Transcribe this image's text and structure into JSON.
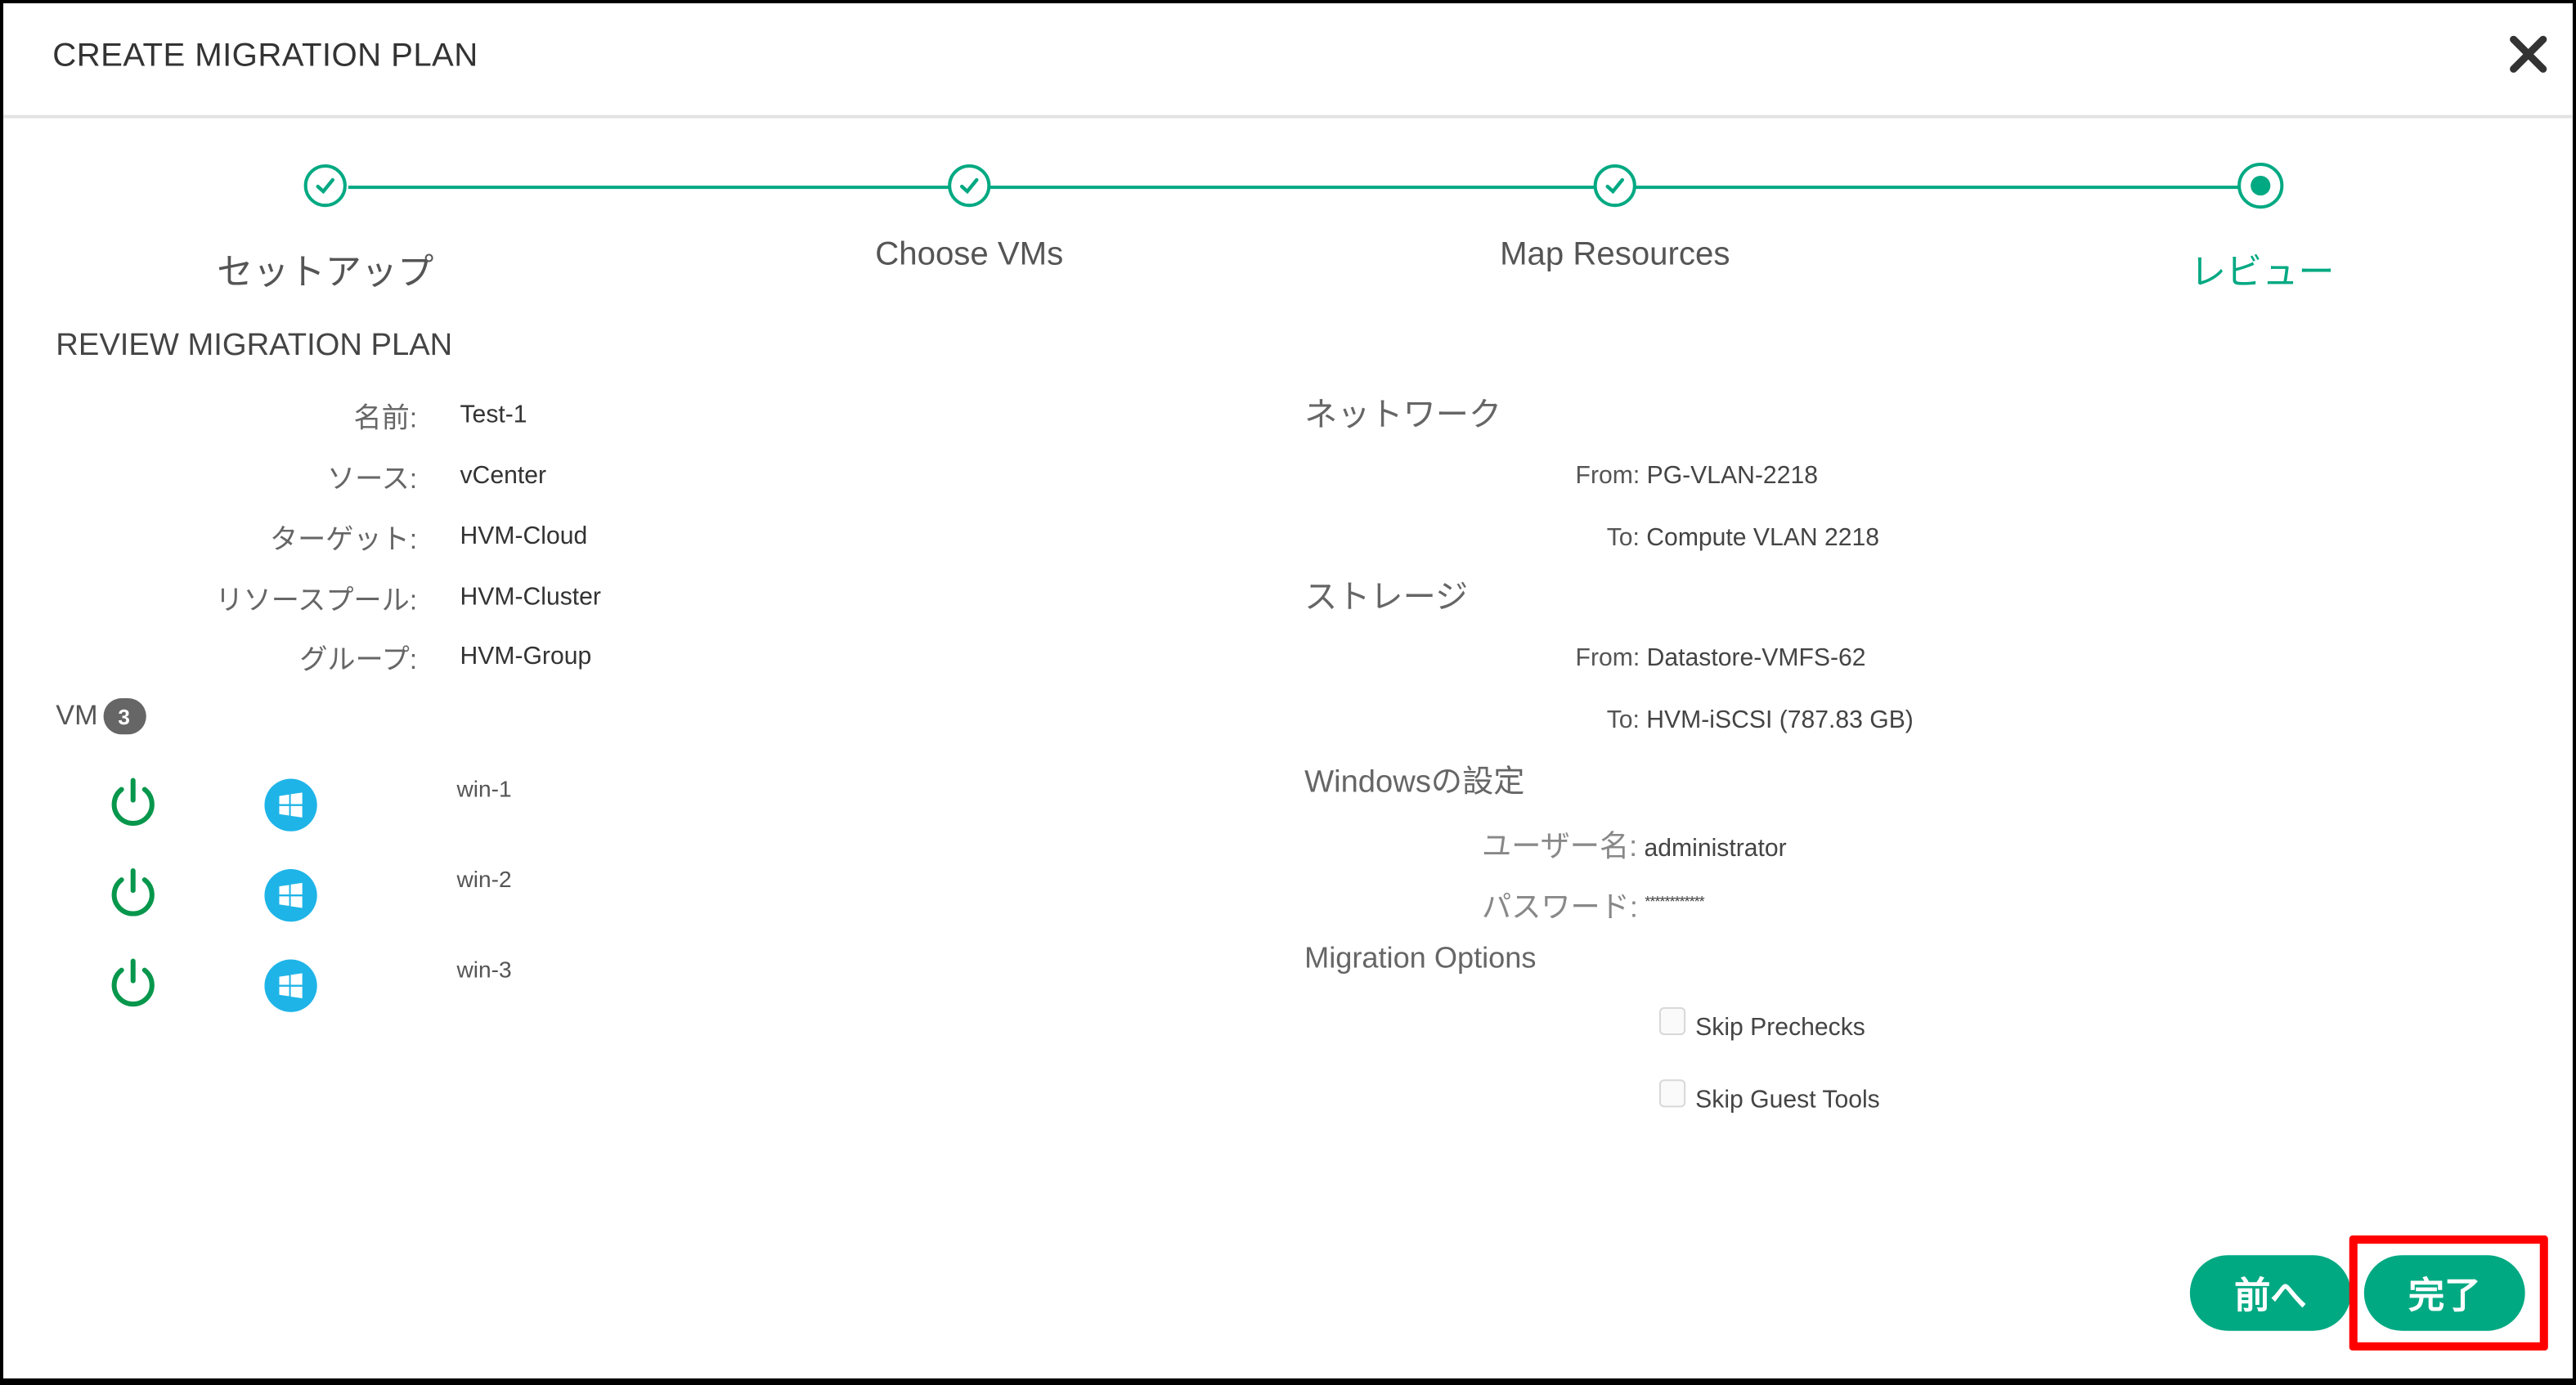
{
  "dialog": {
    "title": "CREATE MIGRATION PLAN",
    "close_icon": "close-icon"
  },
  "stepper": {
    "steps": [
      {
        "label": "セットアップ",
        "state": "complete"
      },
      {
        "label": "Choose VMs",
        "state": "complete"
      },
      {
        "label": "Map Resources",
        "state": "complete"
      },
      {
        "label": "レビュー",
        "state": "current"
      }
    ],
    "accent_color": "#01a982"
  },
  "review": {
    "section_title": "REVIEW MIGRATION PLAN",
    "fields": [
      {
        "label": "名前:",
        "value": "Test-1"
      },
      {
        "label": "ソース:",
        "value": "vCenter"
      },
      {
        "label": "ターゲット:",
        "value": "HVM-Cloud"
      },
      {
        "label": "リソースプール:",
        "value": "HVM-Cluster"
      },
      {
        "label": "グループ:",
        "value": "HVM-Group"
      }
    ],
    "vm_label": "VM",
    "vm_count": "3",
    "vms": [
      {
        "name": "win-1",
        "power_icon": "power-icon",
        "os_icon": "windows-icon"
      },
      {
        "name": "win-2",
        "power_icon": "power-icon",
        "os_icon": "windows-icon"
      },
      {
        "name": "win-3",
        "power_icon": "power-icon",
        "os_icon": "windows-icon"
      }
    ]
  },
  "network": {
    "heading": "ネットワーク",
    "from_label": "From:",
    "from_value": "PG-VLAN-2218",
    "to_label": "To:",
    "to_value": "Compute VLAN 2218"
  },
  "storage": {
    "heading": "ストレージ",
    "from_label": "From:",
    "from_value": "Datastore-VMFS-62",
    "to_label": "To:",
    "to_value": "HVM-iSCSI (787.83 GB)"
  },
  "windows_settings": {
    "heading": "Windowsの設定",
    "username_label": "ユーザー名:",
    "username_value": "administrator",
    "password_label": "パスワード:",
    "password_value": "************"
  },
  "migration_options": {
    "heading": "Migration Options",
    "options": [
      {
        "label": "Skip Prechecks",
        "checked": false
      },
      {
        "label": "Skip Guest Tools",
        "checked": false
      }
    ]
  },
  "footer": {
    "back_label": "前へ",
    "finish_label": "完了",
    "highlight_color": "#ff0000"
  }
}
